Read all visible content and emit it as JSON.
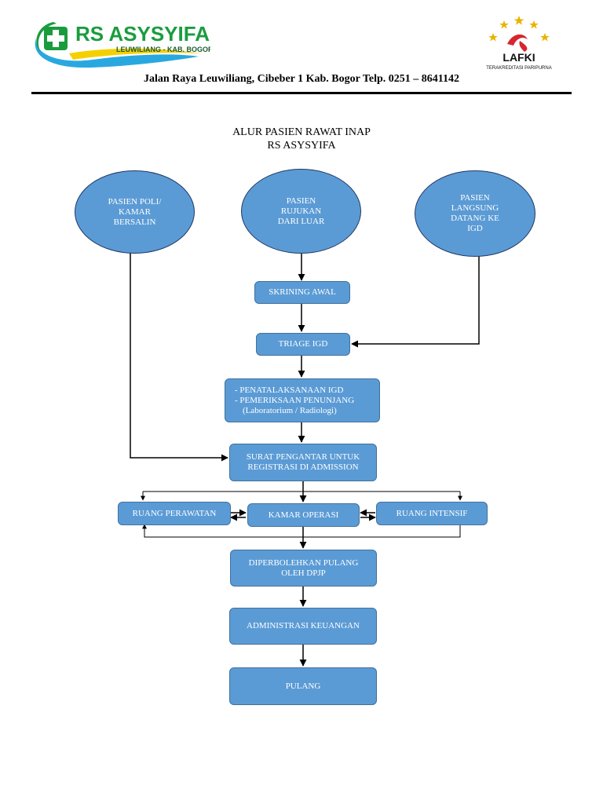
{
  "header": {
    "hospital_name": "RS ASYSYIFAA",
    "hospital_location": "LEUWILIANG - KAB. BOGOR",
    "accreditor_name": "LAFKI",
    "accreditor_status": "TERAKREDITASI PARIPURNA",
    "address": "Jalan Raya Leuwiliang, Cibeber 1 Kab. Bogor Telp. 0251 – 8641142",
    "colors": {
      "brand_green": "#1a9c3e",
      "brand_yellow": "#f5d000",
      "brand_blue": "#29a8e0",
      "star_gold": "#e8b400",
      "lafki_red": "#d7262e"
    }
  },
  "title": {
    "line1": "ALUR PASIEN RAWAT INAP",
    "line2": "RS ASYSYIFA"
  },
  "nodes": {
    "poli": [
      "PASIEN POLI/",
      "KAMAR",
      "BERSALIN"
    ],
    "rujukan": [
      "PASIEN",
      "RUJUKAN",
      "DARI LUAR"
    ],
    "langsung": [
      "PASIEN",
      "LANGSUNG",
      "DATANG KE",
      "IGD"
    ],
    "skrining": "SKRINING AWAL",
    "triage": "TRIAGE IGD",
    "penatalaksanaan": [
      "-  PENATALAKSANAAN IGD",
      "-  PEMERIKSAAN PENUNJANG",
      "   (Laboratorium / Radiologi)"
    ],
    "surat": [
      "SURAT PENGANTAR UNTUK",
      "REGISTRASI DI ADMISSION"
    ],
    "ruang_perawatan": "RUANG PERAWATAN",
    "kamar_operasi": "KAMAR OPERASI",
    "ruang_intensif": "RUANG INTENSIF",
    "diperbolehkan": [
      "DIPERBOLEHKAN PULANG",
      "OLEH DPJP"
    ],
    "administrasi": "ADMINISTRASI KEUANGAN",
    "pulang": "PULANG"
  },
  "colors": {
    "node_fill": "#5b9bd5",
    "node_border": "#41719c",
    "oval_border": "#1f3864",
    "arrow": "#000000"
  }
}
